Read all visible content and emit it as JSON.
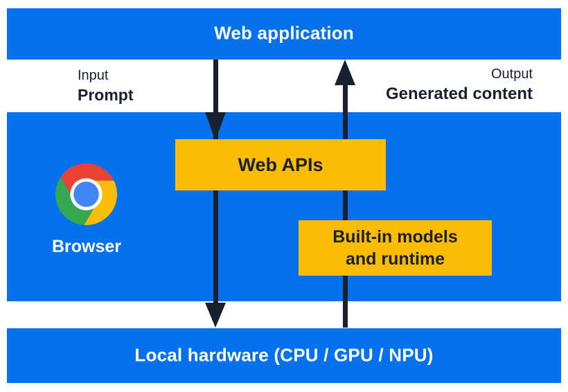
{
  "colors": {
    "blue": "#0571EC",
    "yellow": "#FBBC05",
    "ink": "#182130",
    "chrome_red": "#EA4335",
    "chrome_yellow": "#FBBC05",
    "chrome_green": "#34A853",
    "chrome_blue": "#4285F4"
  },
  "top_bar": {
    "label": "Web application"
  },
  "io": {
    "input_title": "Input",
    "input_value": "Prompt",
    "output_title": "Output",
    "output_value": "Generated content"
  },
  "browser": {
    "label": "Browser"
  },
  "boxes": {
    "web_apis": "Web APIs",
    "builtin_line1": "Built-in models",
    "builtin_line2": "and runtime"
  },
  "bottom_bar": {
    "label": "Local hardware (CPU / GPU / NPU)"
  }
}
